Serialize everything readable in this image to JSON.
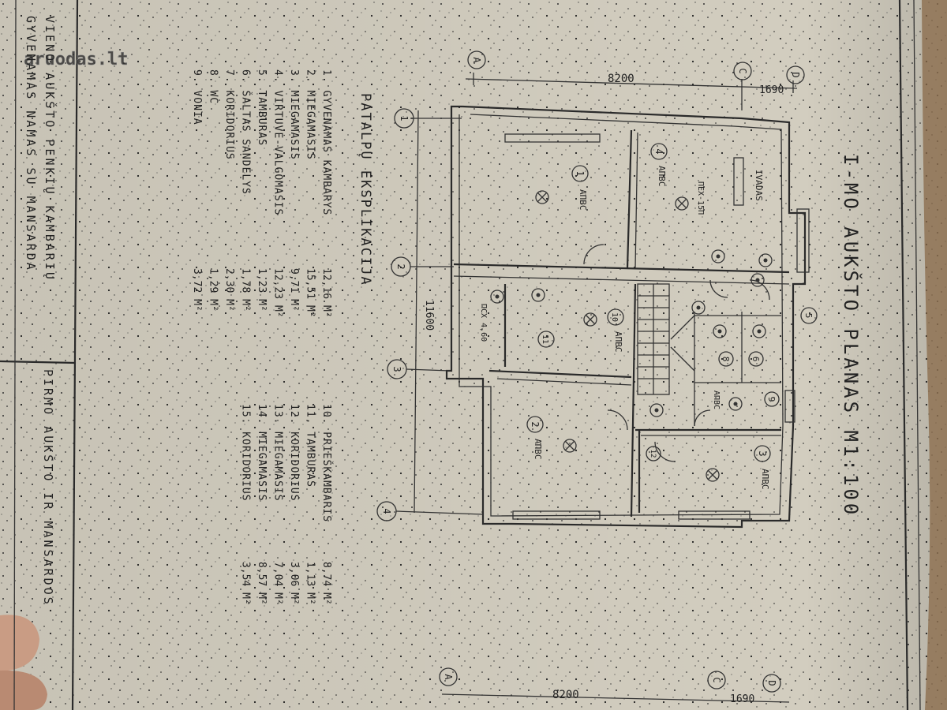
{
  "watermark": "aruodas.lt",
  "title": "I-MO AUKŠTO PLANAS M1:100",
  "explication": {
    "heading": "PATALPŲ EKSPLIKACIJA",
    "rows": [
      {
        "name": "1. GYVENAMAS KAMBARYS",
        "area": "12,16 M²"
      },
      {
        "name": "2. MIEGAMASIS",
        "area": "15,51 M²"
      },
      {
        "name": "3. MIEGAMASIS",
        "area": "9,71 M²"
      },
      {
        "name": "4. VIRTUVĖ-VALGOMASIS",
        "area": "12,23 M²"
      },
      {
        "name": "5. TAMBURAS",
        "area": "1,23 M²"
      },
      {
        "name": "6. ŠALTAS SANDĖLYS",
        "area": "1,78 M²"
      },
      {
        "name": "7. KORIDORIUS",
        "area": "2,30 M²"
      },
      {
        "name": "8. WC",
        "area": "1,29 M²"
      },
      {
        "name": "9. VONIA",
        "area": "3,72 M²"
      },
      {
        "name": "10. PRIEŠKAMBARIS",
        "area": "8,74 M²"
      },
      {
        "name": "11. TAMBURAS",
        "area": "1,13 M²"
      },
      {
        "name": "12. KORIDORIUS",
        "area": "3,06 M²"
      },
      {
        "name": "13. MIEGAMASIS",
        "area": "7,04 M²"
      },
      {
        "name": "14. MIEGAMASIS",
        "area": "8,57 M²"
      },
      {
        "name": "15. KORIDORIUS",
        "area": "3,54 M²"
      }
    ]
  },
  "title_block": {
    "line1": "VIENO AUKŠTO PENKIŲ KAMBARIŲ",
    "line2": "GYVENAMAS NAMAS SU MANSARDA",
    "line3": "PIRMO AUKŠTO IR MANSARDOS"
  },
  "dimensions": {
    "top_main": "8200",
    "top_small": "1690",
    "bottom_main": "8200",
    "bottom_small": "1690",
    "side": "11600"
  },
  "axes": {
    "a": "A",
    "c": "C",
    "d": "D",
    "n1": "1",
    "n2": "2",
    "n3": "3",
    "n4": "4",
    "n5": "5"
  },
  "rooms": {
    "r1": "1",
    "r2": "2",
    "r3": "3",
    "r4": "4",
    "r6": "6",
    "r8": "8",
    "r9": "9",
    "r10": "10",
    "r11": "11",
    "r12": "12",
    "lbl1": "АПВС",
    "lbl2": "АПВС",
    "lbl3": "АПВС",
    "lbl4": "АПВС",
    "lbl10": "АПВС",
    "lbl9": "АПВС",
    "ivadas": "IVADAS",
    "pk1": "ПЕХ-15П",
    "pk2": "ПСХ 4,60"
  }
}
